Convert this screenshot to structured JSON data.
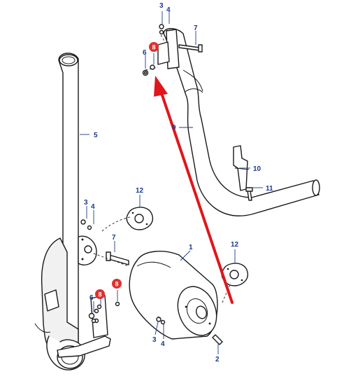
{
  "callouts": {
    "c1": "1",
    "c2": "2",
    "c3a": "3",
    "c3b": "3",
    "c3c": "3",
    "c4a": "4",
    "c4b": "4",
    "c4c": "4",
    "c5": "5",
    "c6a": "6",
    "c6b": "6",
    "c7a": "7",
    "c7b": "7",
    "c8a": "8",
    "c8b": "8",
    "c8c": "8",
    "c9": "9",
    "c10": "10",
    "c11": "11",
    "c12a": "12",
    "c12b": "12"
  },
  "colors": {
    "callout_text": "#1a3a8a",
    "highlight_badge": "#e0302e",
    "arrow": "#e0161b",
    "line": "#1a1a1a"
  }
}
